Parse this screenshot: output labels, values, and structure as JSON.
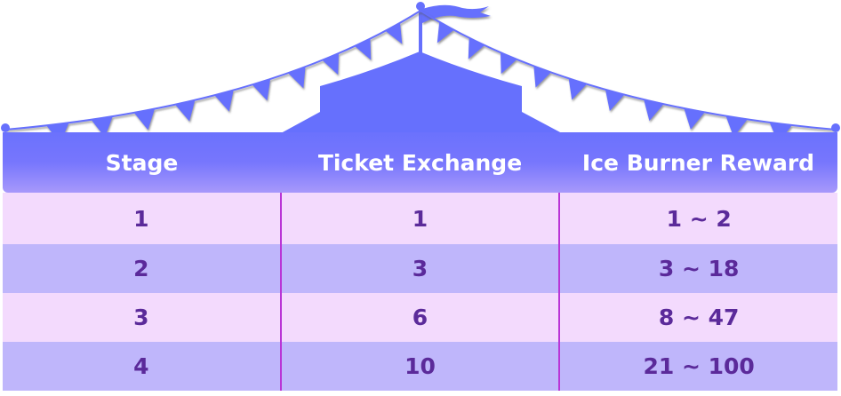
{
  "colors": {
    "tent": "#6670fd",
    "header_top": "#6b72fd",
    "header_bottom": "#a798fb",
    "row_light": "#f3dafd",
    "row_dark": "#bfb6fb",
    "text": "#5b2a9a",
    "divider": "#b935d6"
  },
  "headers": [
    "Stage",
    "Ticket Exchange",
    "Ice Burner Reward"
  ],
  "rows": [
    [
      "1",
      "1",
      "1 ~ 2"
    ],
    [
      "2",
      "3",
      "3 ~ 18"
    ],
    [
      "3",
      "6",
      "8 ~ 47"
    ],
    [
      "4",
      "10",
      "21 ~ 100"
    ]
  ]
}
